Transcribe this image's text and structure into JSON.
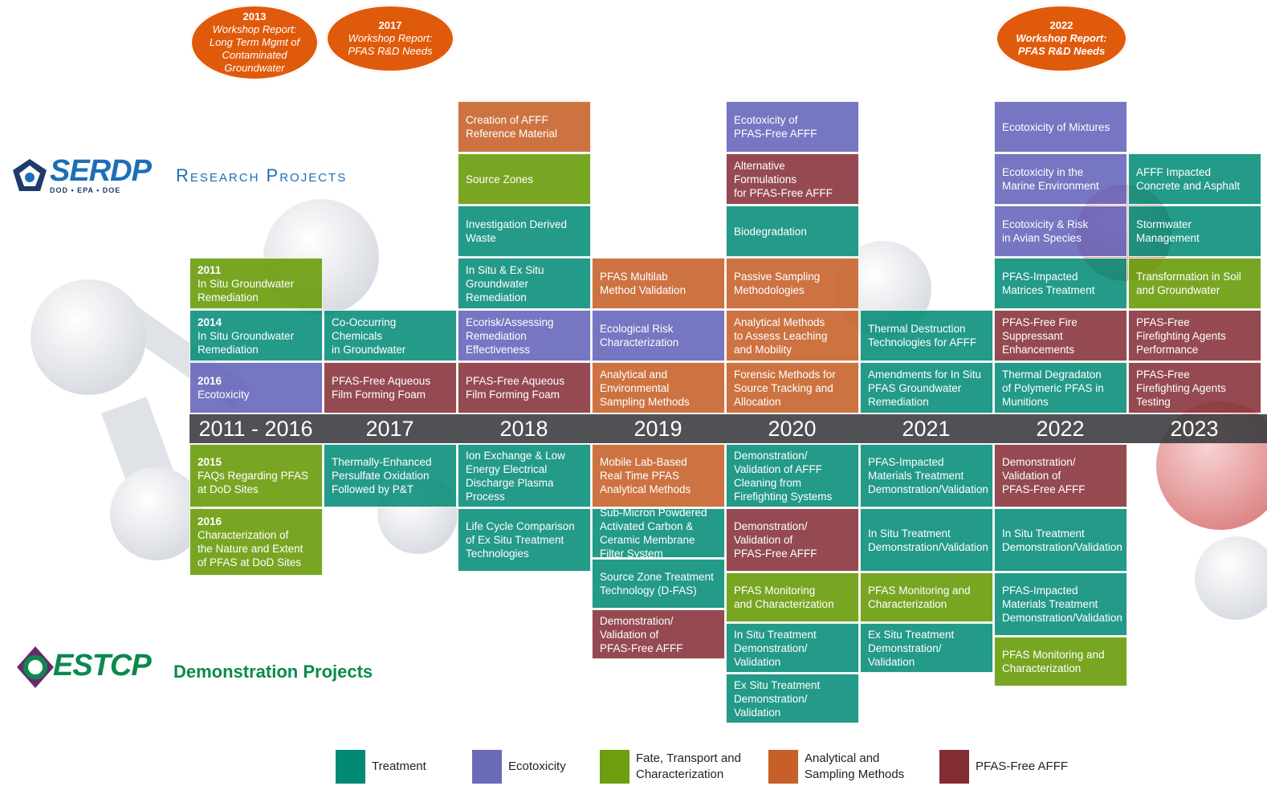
{
  "workshops": [
    {
      "year": "2013",
      "text": "Workshop Report:\nLong Term Mgmt of\nContaminated\nGroundwater"
    },
    {
      "year": "2017",
      "text": "Workshop Report:\nPFAS R&D Needs"
    },
    {
      "year": "2022",
      "text": "Workshop Report:\nPFAS R&D Needs"
    }
  ],
  "serdp": {
    "wordmark": "SERDP",
    "sub": "DOD • EPA • DOE",
    "label": "Research Projects"
  },
  "estcp": {
    "wordmark": "ESTCP",
    "label": "Demonstration Projects"
  },
  "years": [
    "2011 - 2016",
    "2017",
    "2018",
    "2019",
    "2020",
    "2021",
    "2022",
    "2023"
  ],
  "colors": {
    "treatment": "#008974",
    "ecotoxicity": "#6060b8",
    "fate": "#6c9e10",
    "analytical": "#c66028",
    "pfas_free": "#842c34",
    "year_bar": "#37393e",
    "workshop": "#e05a0c"
  },
  "research": {
    "c2011": [
      {
        "year": "2011",
        "text": "In Situ Groundwater\nRemediation",
        "cat": "f"
      },
      {
        "year": "2014",
        "text": "In Situ Groundwater\nRemediation",
        "cat": "t"
      },
      {
        "year": "2016",
        "text": "Ecotoxicity",
        "cat": "e"
      }
    ],
    "c2017": [
      {
        "text": "Co-Occurring Chemicals\nin Groundwater",
        "cat": "t"
      },
      {
        "text": "PFAS-Free Aqueous\nFilm Forming Foam",
        "cat": "p"
      }
    ],
    "c2018": [
      {
        "text": "Creation of AFFF\nReference Material",
        "cat": "a"
      },
      {
        "text": "Source Zones",
        "cat": "f"
      },
      {
        "text": "Investigation Derived\nWaste",
        "cat": "t"
      },
      {
        "text": "In Situ & Ex Situ\nGroundwater\nRemediation",
        "cat": "t"
      },
      {
        "text": "Ecorisk/Assessing\nRemediation\nEffectiveness",
        "cat": "e"
      },
      {
        "text": "PFAS-Free Aqueous\nFilm Forming Foam",
        "cat": "p"
      }
    ],
    "c2019": [
      {
        "text": "PFAS Multilab\nMethod Validation",
        "cat": "a"
      },
      {
        "text": "Ecological Risk\nCharacterization",
        "cat": "e"
      },
      {
        "text": "Analytical and\nEnvironmental\nSampling Methods",
        "cat": "a"
      }
    ],
    "c2020": [
      {
        "text": "Ecotoxicity of\nPFAS-Free AFFF",
        "cat": "e"
      },
      {
        "text": "Alternative\nFormulations\nfor PFAS-Free AFFF",
        "cat": "p"
      },
      {
        "text": "Biodegradation",
        "cat": "t"
      },
      {
        "text": "Passive Sampling\nMethodologies",
        "cat": "a"
      },
      {
        "text": "Analytical Methods\nto Assess Leaching\nand Mobility",
        "cat": "a"
      },
      {
        "text": "Forensic Methods for\nSource Tracking and\nAllocation",
        "cat": "a"
      }
    ],
    "c2021": [
      {
        "text": "Thermal Destruction\nTechnologies for AFFF",
        "cat": "t"
      },
      {
        "text": "Amendments for In Situ\nPFAS Groundwater\nRemediation",
        "cat": "t"
      }
    ],
    "c2022": [
      {
        "text": "Ecotoxicity of Mixtures",
        "cat": "e"
      },
      {
        "text": "Ecotoxicity in the\nMarine Environment",
        "cat": "e"
      },
      {
        "text": "Ecotoxicity & Risk\nin Avian Species",
        "cat": "e"
      },
      {
        "text": "PFAS-Impacted\nMatrices Treatment",
        "cat": "t"
      },
      {
        "text": "PFAS-Free Fire\nSuppressant\nEnhancements",
        "cat": "p"
      },
      {
        "text": "Thermal Degradaton\nof Polymeric PFAS in\nMunitions",
        "cat": "t"
      }
    ],
    "c2023": [
      {
        "text": "AFFF Impacted\nConcrete and Asphalt",
        "cat": "t"
      },
      {
        "text": "Stormwater\nManagement",
        "cat": "t"
      },
      {
        "text": "Transformation in Soil\nand Groundwater",
        "cat": "f"
      },
      {
        "text": "PFAS-Free\nFirefighting Agents\nPerformance",
        "cat": "p"
      },
      {
        "text": "PFAS-Free\nFirefighting Agents\nTesting",
        "cat": "p"
      }
    ]
  },
  "demonstration": {
    "c2011": [
      {
        "year": "2015",
        "text": "FAQs Regarding PFAS\nat DoD Sites",
        "cat": "f"
      },
      {
        "year": "2016",
        "text": "Characterization of\nthe Nature and Extent\nof PFAS at DoD Sites",
        "cat": "f"
      }
    ],
    "c2017": [
      {
        "text": "Thermally-Enhanced\nPersulfate Oxidation\nFollowed by P&T",
        "cat": "t"
      }
    ],
    "c2018": [
      {
        "text": "Ion Exchange & Low\nEnergy Electrical\nDischarge Plasma Process",
        "cat": "t"
      },
      {
        "text": "Life Cycle Comparison\nof Ex Situ Treatment\nTechnologies",
        "cat": "t"
      }
    ],
    "c2019": [
      {
        "text": "Mobile Lab-Based\nReal Time PFAS\nAnalytical Methods",
        "cat": "a"
      },
      {
        "text": "Sub-Micron Powdered\nActivated Carbon &\nCeramic Membrane\nFilter System",
        "cat": "t"
      },
      {
        "text": "Source Zone Treatment\nTechnology (D-FAS)",
        "cat": "t"
      },
      {
        "text": "Demonstration/\nValidation of\nPFAS-Free AFFF",
        "cat": "p"
      }
    ],
    "c2020": [
      {
        "text": "Demonstration/\nValidation of AFFF\nCleaning from\nFirefighting Systems",
        "cat": "t"
      },
      {
        "text": "Demonstration/\nValidation of\nPFAS-Free AFFF",
        "cat": "p"
      },
      {
        "text": "PFAS Monitoring\nand Characterization",
        "cat": "f"
      },
      {
        "text": "In Situ Treatment\nDemonstration/\nValidation",
        "cat": "t"
      },
      {
        "text": "Ex Situ Treatment\nDemonstration/\nValidation",
        "cat": "t"
      }
    ],
    "c2021": [
      {
        "text": "PFAS-Impacted\nMaterials Treatment\nDemonstration/Validation",
        "cat": "t"
      },
      {
        "text": "In Situ Treatment\nDemonstration/Validation",
        "cat": "t"
      },
      {
        "text": "PFAS Monitoring and\nCharacterization",
        "cat": "f"
      },
      {
        "text": "Ex Situ Treatment\nDemonstration/\nValidation",
        "cat": "t"
      }
    ],
    "c2022": [
      {
        "text": "Demonstration/\nValidation of\nPFAS-Free AFFF",
        "cat": "p"
      },
      {
        "text": "In Situ Treatment\nDemonstration/Validation",
        "cat": "t"
      },
      {
        "text": "PFAS-Impacted\nMaterials Treatment\nDemonstration/Validation",
        "cat": "t"
      },
      {
        "text": "PFAS Monitoring and\nCharacterization",
        "cat": "f"
      }
    ]
  },
  "legend": [
    {
      "label": "Treatment",
      "cat": "t"
    },
    {
      "label": "Ecotoxicity",
      "cat": "e"
    },
    {
      "label": "Fate, Transport and\nCharacterization",
      "cat": "f"
    },
    {
      "label": "Analytical and\nSampling Methods",
      "cat": "a"
    },
    {
      "label": "PFAS-Free AFFF",
      "cat": "p"
    }
  ]
}
